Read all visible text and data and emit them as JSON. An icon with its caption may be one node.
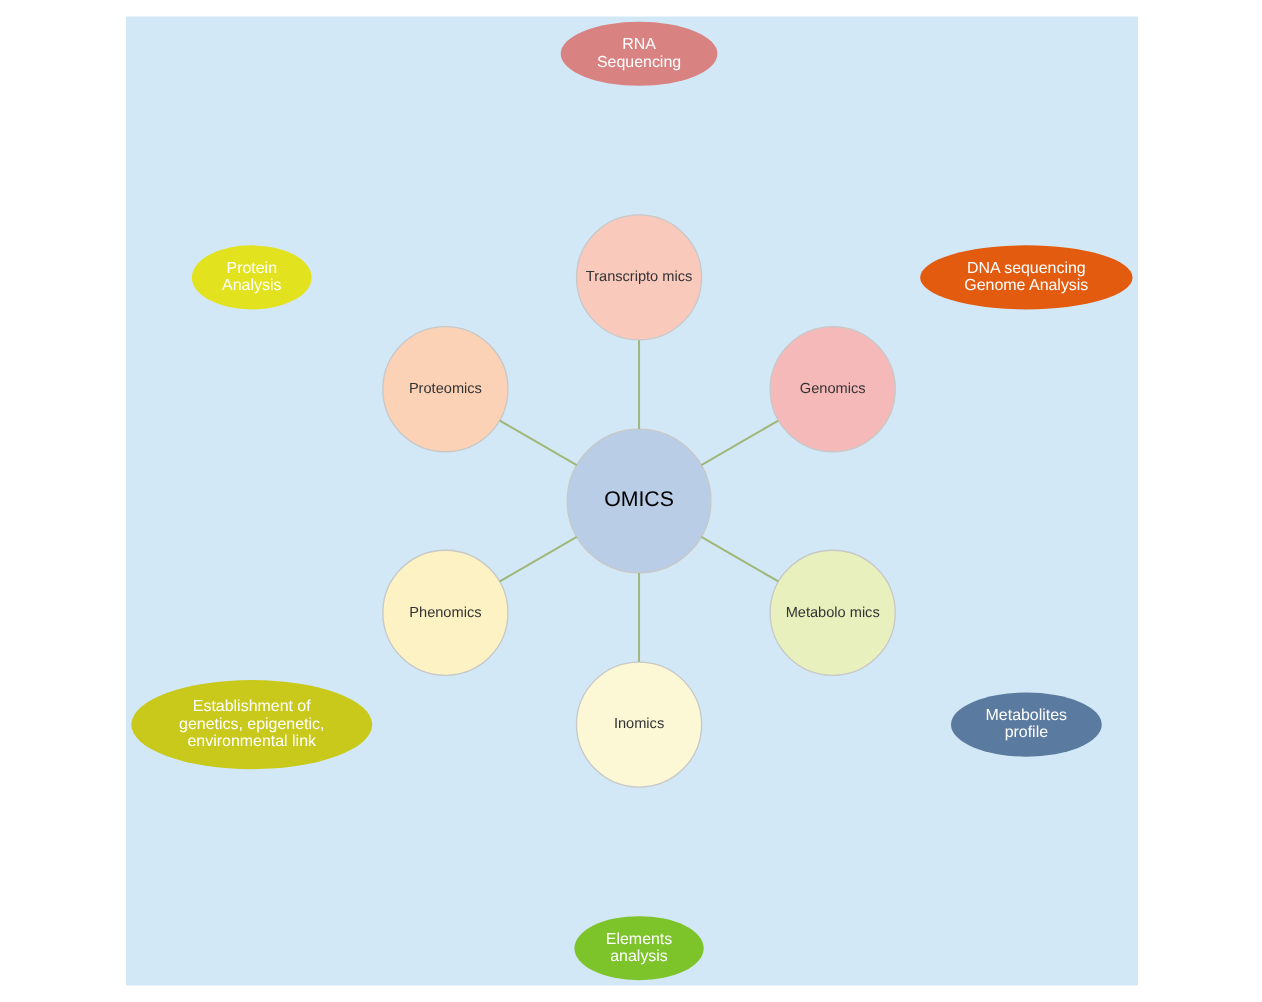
{
  "diagram": {
    "nodes": [
      {
        "text": [
          "OMICS"
        ]
      },
      {
        "text": [
          "Genomics"
        ]
      },
      {
        "text": [
          "Transcripto mics"
        ]
      },
      {
        "text": [
          "Proteomics"
        ]
      },
      {
        "text": [
          "Phenomics"
        ]
      },
      {
        "text": [
          "Inomics"
        ]
      },
      {
        "text": [
          "Metabolo mics"
        ]
      },
      {
        "text": [
          "DNA sequencing Genome Analysis"
        ]
      },
      {
        "text": [
          "RNA Sequencing"
        ]
      },
      {
        "text": [
          "Protein Analysis"
        ]
      },
      {
        "text": [
          "Establishment of genetics, epigenetic, environmental link"
        ]
      },
      {
        "text": [
          "Elements analysis"
        ]
      },
      {
        "text": [
          "Metabolites profile"
        ]
      }
    ],
    "edges": [
      {
        "from": 0,
        "to": 1,
        "arrow": "none"
      },
      {
        "from": 0,
        "to": 2,
        "arrow": "none"
      },
      {
        "from": 0,
        "to": 3,
        "arrow": "none"
      },
      {
        "from": 0,
        "to": 4,
        "arrow": "none"
      },
      {
        "from": 0,
        "to": 5,
        "arrow": "none"
      },
      {
        "from": 0,
        "to": 6,
        "arrow": "none"
      }
    ]
  }
}
